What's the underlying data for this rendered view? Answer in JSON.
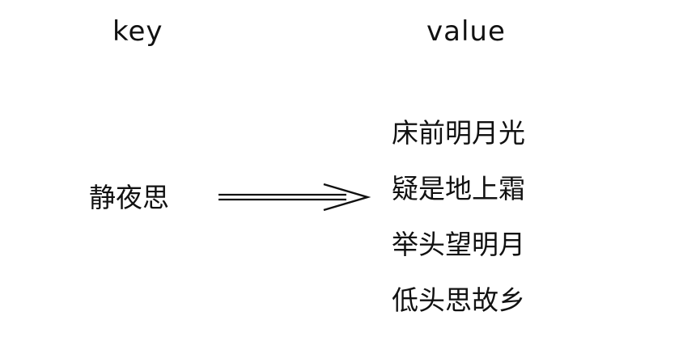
{
  "headers": {
    "key": "key",
    "value": "value"
  },
  "key_text": "静夜思",
  "values": [
    "床前明月光",
    "疑是地上霜",
    "举头望明月",
    "低头思故乡"
  ],
  "colors": {
    "text": "#111111",
    "background": "#ffffff"
  }
}
